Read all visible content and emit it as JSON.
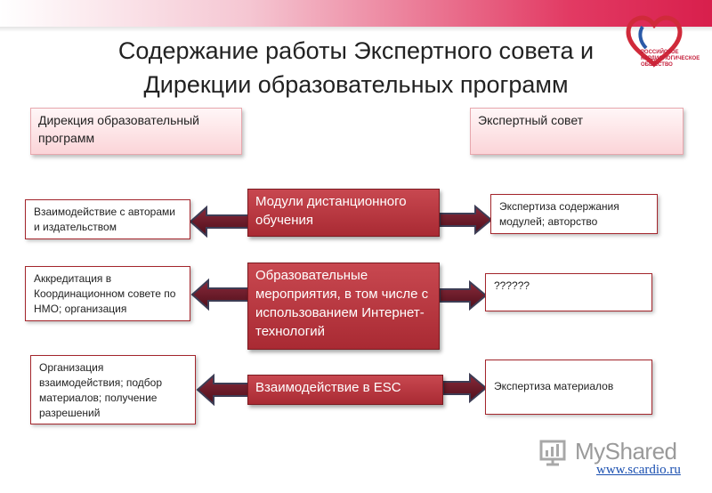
{
  "slide": {
    "title_line1": "Содержание работы Экспертного совета и",
    "title_line2": "Дирекции образовательных программ",
    "logo_text": "РОССИЙСКОЕ КАРДИОЛОГИЧЕСКОЕ ОБЩЕСТВО"
  },
  "headers": {
    "left": "Дирекция образовательный программ",
    "right": "Экспертный совет"
  },
  "rows": [
    {
      "left": "Взаимодействие с авторами и издательством",
      "center": "Модули дистанционного обучения",
      "right": "Экспертиза содержания модулей; авторство"
    },
    {
      "left": "Аккредитация в Координационном совете по НМО; организация",
      "center": "Образовательные мероприятия, в том числе с использованием Интернет-технологий",
      "right": "??????"
    },
    {
      "left": "Организация взаимодействия; подбор материалов; получение разрешений",
      "center": "Взаимодействие в ESC",
      "right": "Экспертиза материалов"
    }
  ],
  "watermark": {
    "brand": "MyShared",
    "site": "www.scardio.ru"
  },
  "colors": {
    "accent": "#d81f4c",
    "center_box": "#b5353e",
    "arrow": "#6b1a26"
  }
}
